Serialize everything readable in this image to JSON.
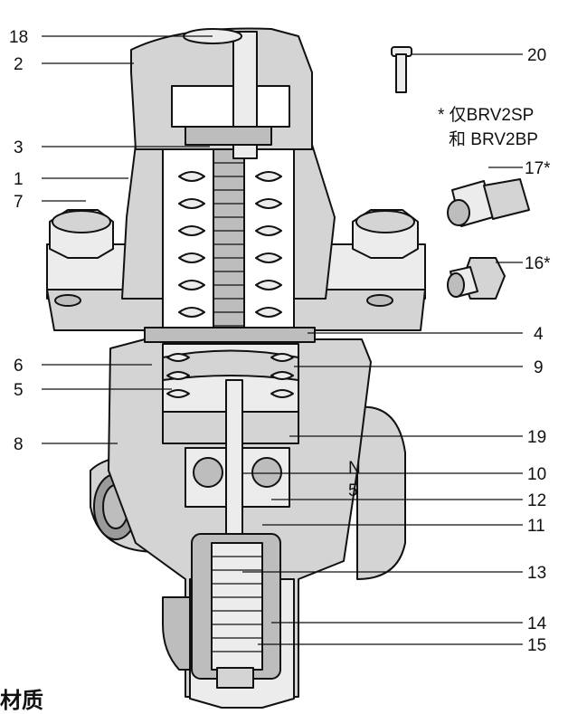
{
  "diagram": {
    "labels_left": [
      "18",
      "2",
      "3",
      "1",
      "7",
      "6",
      "5",
      "8"
    ],
    "labels_right": [
      "20",
      "17*",
      "16*",
      "4",
      "9",
      "19",
      "10",
      "12",
      "11",
      "13",
      "14",
      "15"
    ],
    "note_line1": "* 仅BRV2SP",
    "note_line2": "和 BRV2BP",
    "body_marking_line1": "N",
    "body_marking_line2": "5"
  },
  "section": {
    "title": "材质"
  }
}
